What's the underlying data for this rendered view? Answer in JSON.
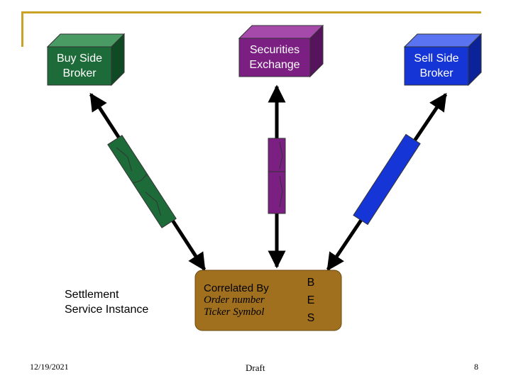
{
  "boxes": {
    "buy_side": {
      "line1": "Buy Side",
      "line2": "Broker",
      "color": "#1e6b3a"
    },
    "exchange": {
      "line1": "Securities",
      "line2": "Exchange",
      "color": "#7b1f82"
    },
    "sell_side": {
      "line1": "Sell Side",
      "line2": "Broker",
      "color": "#1535d6"
    }
  },
  "settlement": {
    "line1": "Settlement",
    "line2": "Service Instance"
  },
  "correlation": {
    "title": "Correlated By",
    "items": [
      "Order number",
      "Ticker Symbol"
    ],
    "letters": [
      "B",
      "E",
      "S"
    ],
    "color": "#a0701f"
  },
  "footer": {
    "date": "12/19/2021",
    "center": "Draft",
    "page": "8"
  },
  "colors": {
    "frame": "#c9a227",
    "arrow": "#000000"
  }
}
